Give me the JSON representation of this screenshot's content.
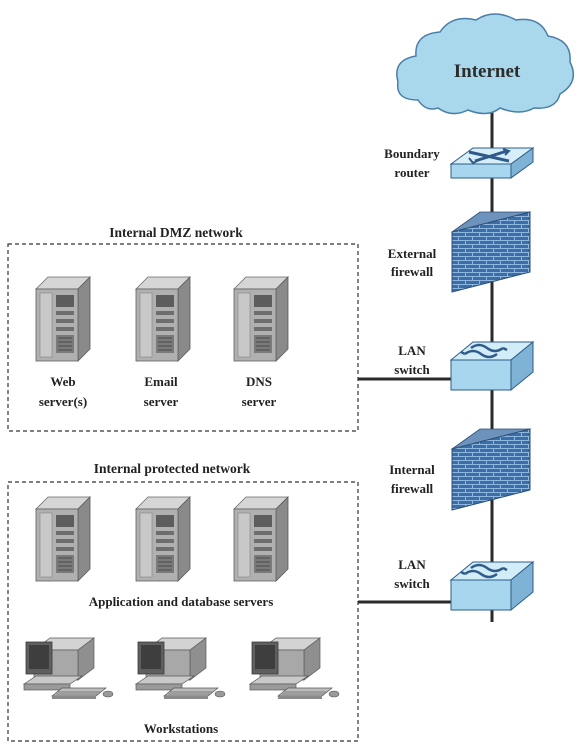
{
  "internet": {
    "label": "Internet"
  },
  "boundary_router": {
    "line1": "Boundary",
    "line2": "router"
  },
  "external_firewall": {
    "line1": "External",
    "line2": "firewall"
  },
  "lan_switch_dmz": {
    "line1": "LAN",
    "line2": "switch"
  },
  "internal_firewall": {
    "line1": "Internal",
    "line2": "firewall"
  },
  "lan_switch_internal": {
    "line1": "LAN",
    "line2": "switch"
  },
  "dmz": {
    "title": "Internal DMZ network",
    "servers": [
      {
        "line1": "Web",
        "line2": "server(s)"
      },
      {
        "line1": "Email",
        "line2": "server"
      },
      {
        "line1": "DNS",
        "line2": "server"
      }
    ]
  },
  "protected": {
    "title": "Internal protected network",
    "servers_label": "Application and database servers",
    "workstations_label": "Workstations"
  },
  "colors": {
    "cloud": "#a9d8ec",
    "device_blue": "#a7d6ee",
    "firewall_blue": "#3a6da3",
    "server_gray": "#a0a0a0"
  }
}
